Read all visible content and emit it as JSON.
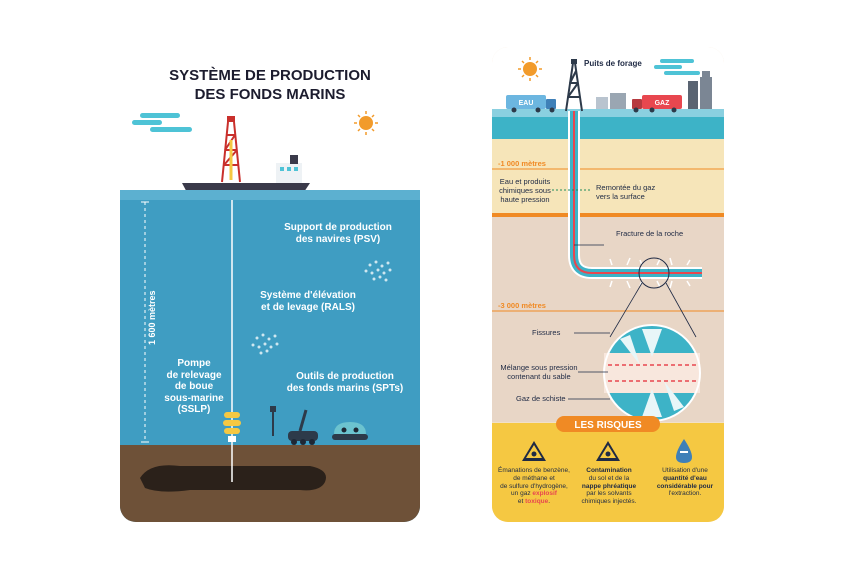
{
  "left": {
    "title_line1": "SYSTÈME DE PRODUCTION",
    "title_line2": "DES FONDS MARINS",
    "depth_label": "1 600 mètres",
    "psv_line1": "Support de production",
    "psv_line2": "des navires (PSV)",
    "rals_line1": "Système d'élévation",
    "rals_line2": "et de levage (RALS)",
    "spt_line1": "Outils de production",
    "spt_line2": "des fonds marins (SPTs)",
    "sslp_line1": "Pompe",
    "sslp_line2": "de relevage",
    "sslp_line3": "de boue",
    "sslp_line4": "sous-marine",
    "sslp_line5": "(SSLP)"
  },
  "right": {
    "well_label": "Puits de forage",
    "truck_water": "EAU",
    "truck_gas": "GAZ",
    "depth_1000": "-1 000 mètres",
    "depth_3000": "-3 000 mètres",
    "injection_line1": "Eau et produits",
    "injection_line2": "chimiques sous",
    "injection_line3": "haute pression",
    "gas_rise_line1": "Remontée du gaz",
    "gas_rise_line2": "vers la surface",
    "fracture_label": "Fracture de la roche",
    "fissures_label": "Fissures",
    "mix_line1": "Mélange sous pression",
    "mix_line2": "contenant du sable",
    "shale_gas_label": "Gaz de schiste",
    "risks_title": "LES RISQUES",
    "risk1_line1": "Émanations de benzène,",
    "risk1_line2": "de méthane et",
    "risk1_line3": "de sulfure d'hydrogène,",
    "risk1_line4a": "un gaz ",
    "risk1_line4b": "explosif",
    "risk1_line5a": "et ",
    "risk1_line5b": "toxique",
    "risk1_line5c": ".",
    "risk2_line1": "Contamination",
    "risk2_line2": "du sol et de la",
    "risk2_line3": "nappe phréatique",
    "risk2_line4": "par les solvants",
    "risk2_line5": "chimiques injectés.",
    "risk3_line1": "Utilisation d'une",
    "risk3_line2": "quantité d'eau",
    "risk3_line3": "considérable pour",
    "risk3_line4": "l'extraction."
  },
  "colors": {
    "sea": "#3f9dc2",
    "seabed": "#6e5138",
    "ship_hull": "#d23a4d",
    "rig_red": "#c9302c",
    "accent_orange": "#f08a24",
    "risk_yellow": "#f5c842",
    "highlight_red": "#e8474f"
  }
}
